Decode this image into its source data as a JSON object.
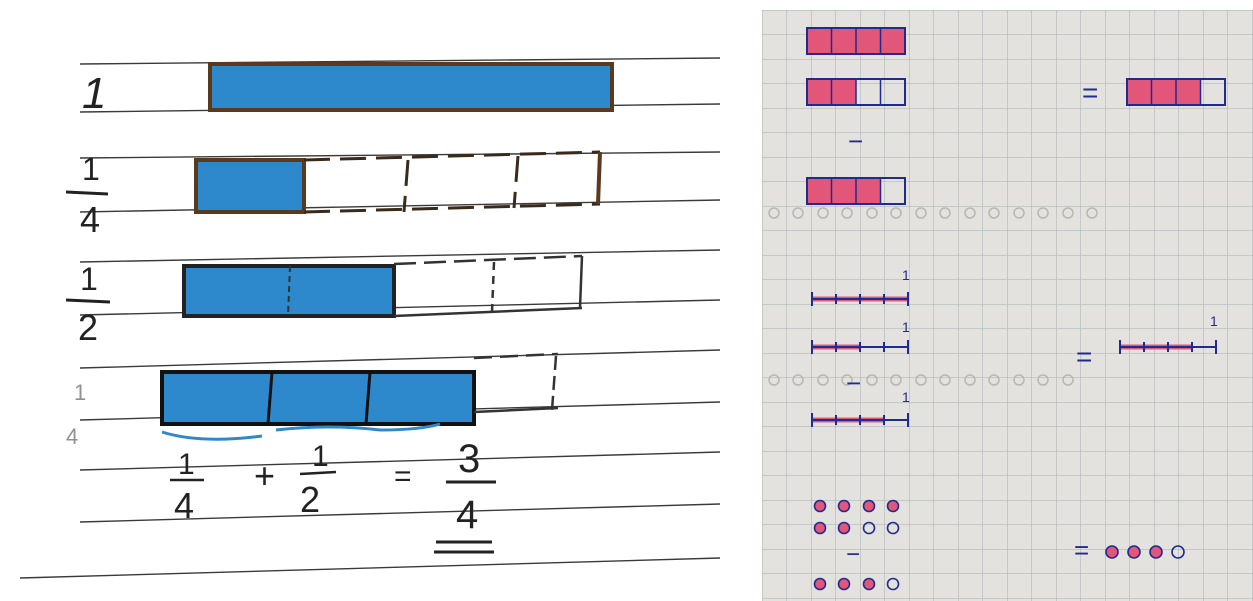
{
  "left_notebook": {
    "rows": [
      {
        "label": "1",
        "label_numerator": "",
        "label_denominator": ""
      },
      {
        "label": "",
        "label_numerator": "1",
        "label_denominator": "4"
      },
      {
        "label": "",
        "label_numerator": "1",
        "label_denominator": "2"
      },
      {
        "label": "",
        "label_numerator": "1",
        "label_denominator": "4"
      }
    ],
    "equation": {
      "term1_num": "1",
      "term1_den": "4",
      "plus": "+",
      "term2_num": "1",
      "term2_den": "2",
      "equals": "=",
      "result_num": "3",
      "result_den": "4"
    },
    "fill_color": "#2e88cc"
  },
  "right_grid": {
    "minus_1": "−",
    "equals_1": "=",
    "number_line_label_1": "1",
    "number_line_label_2": "1",
    "number_line_label_3": "1",
    "number_line_label_4": "1",
    "minus_2": "−",
    "equals_2": "=",
    "minus_3": "−",
    "equals_3": "=",
    "fill_color": "#e2567a"
  }
}
